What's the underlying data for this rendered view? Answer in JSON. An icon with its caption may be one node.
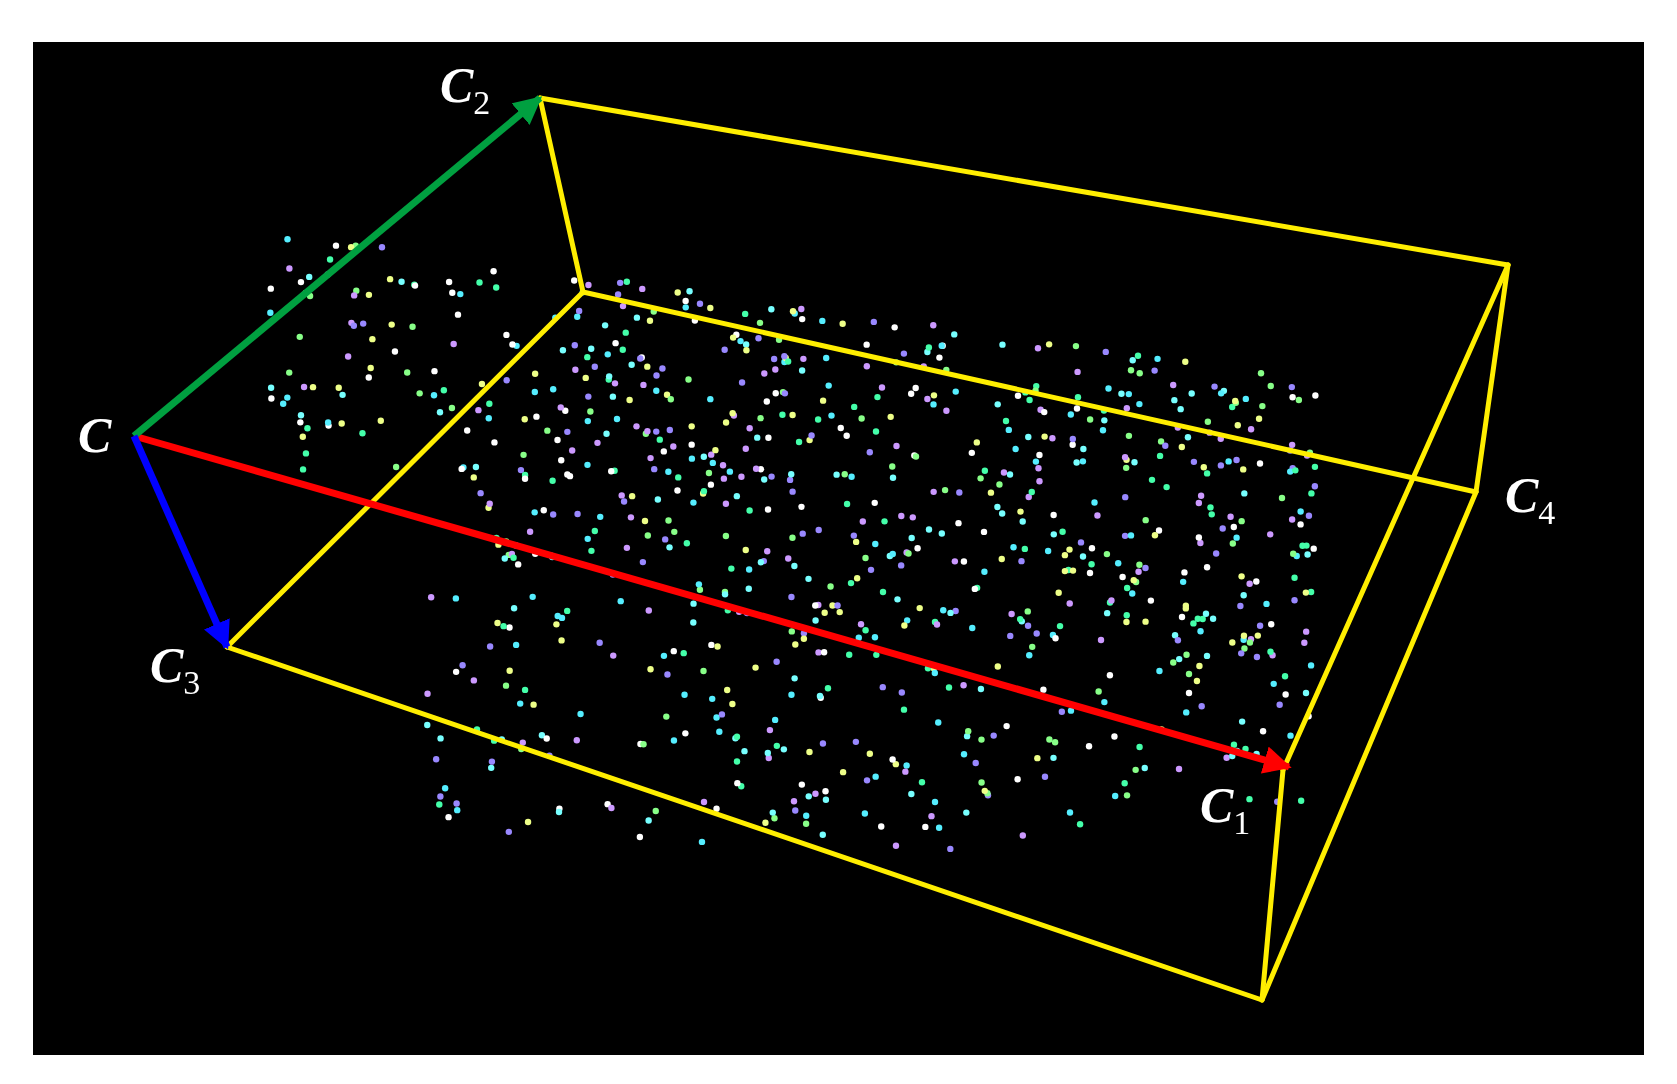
{
  "diagram": {
    "nodes": [
      {
        "text": [
          "C"
        ]
      },
      {
        "text": [
          "C$_{1}$"
        ]
      },
      {
        "text": [
          "C$_{2}$"
        ]
      },
      {
        "text": [
          "C$_{3}$"
        ]
      }
    ],
    "edges": [
      {
        "from": 0,
        "to": 1,
        "arrow": "to",
        "color": "#ff0000"
      },
      {
        "from": 0,
        "to": 2,
        "arrow": "to",
        "color": "#00a040"
      },
      {
        "from": 0,
        "to": 3,
        "arrow": "to",
        "color": "#0000ff"
      }
    ],
    "labels": [
      "C$_{4}$"
    ]
  }
}
